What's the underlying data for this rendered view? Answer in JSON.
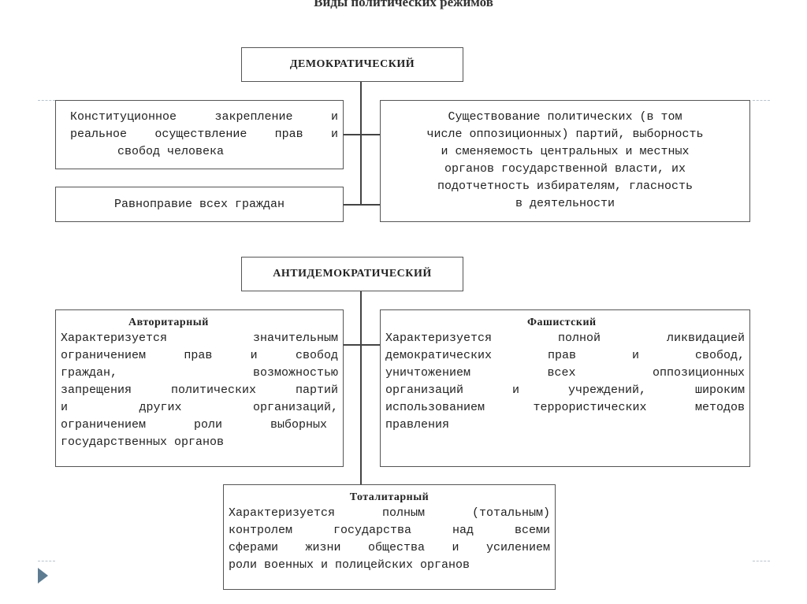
{
  "title": "Виды политических режимов",
  "democratic": {
    "header": "ДЕМОКРАТИЧЕСКИЙ",
    "left_top": [
      "Конституционное закрепление и",
      "реальное осуществление прав и",
      "свобод человека"
    ],
    "left_bottom": "Равноправие всех граждан",
    "right": [
      "Существование политических (в том",
      "числе оппозиционных) партий, выборность",
      "и сменяемость центральных и местных",
      "органов государственной власти, их",
      "подотчетность избирателям, гласность",
      "в деятельности"
    ]
  },
  "antidemocratic": {
    "header": "АНТИДЕМОКРАТИЧЕСКИЙ",
    "authoritarian": {
      "title": "Авторитарный",
      "lines": [
        "Характеризуется значительным",
        "ограничением прав и свобод",
        "граждан, возможностью",
        "запрещения политических партий",
        "и других организаций,",
        "ограничением роли выборных",
        "государственных органов"
      ]
    },
    "fascist": {
      "title": "Фашистский",
      "lines": [
        "Характеризуется полной ликвидацией",
        "демократических прав и свобод,",
        "уничтожением всех оппозиционных",
        "организаций и учреждений, широким",
        "использованием террористических методов",
        "правления"
      ]
    },
    "totalitarian": {
      "title": "Тоталитарный",
      "lines": [
        "Характеризуется полным (тотальным)",
        "контролем государства над всеми",
        "сферами жизни общества и усилением",
        "роли военных и полицейских органов"
      ]
    }
  },
  "nav": {
    "arrow_icon": "triangle-right-icon"
  }
}
